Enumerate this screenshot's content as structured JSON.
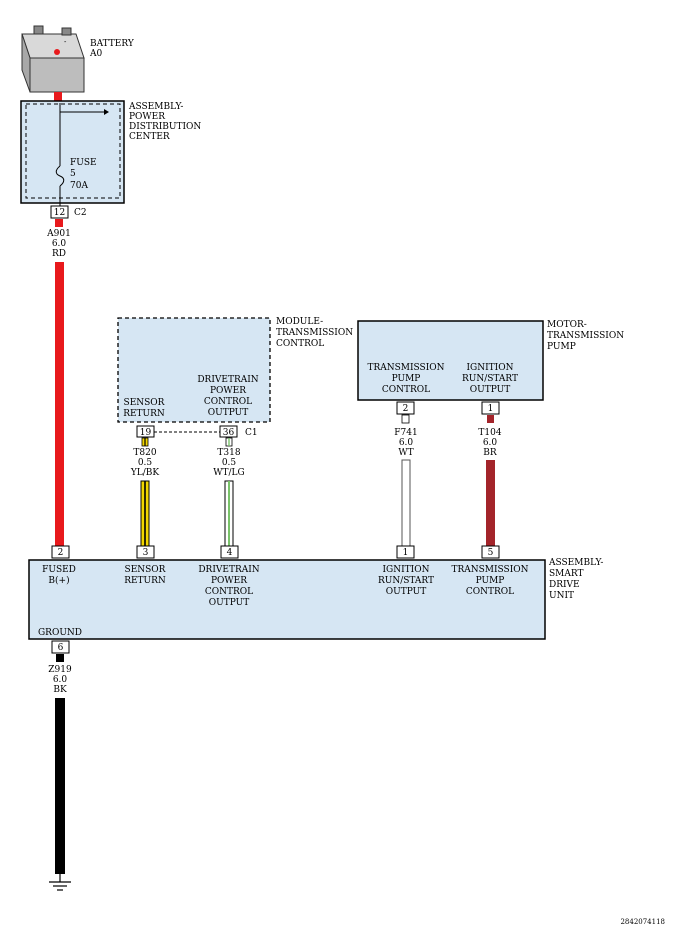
{
  "battery": {
    "label": "BATTERY",
    "code": "A0"
  },
  "pdc": {
    "name_lines": [
      "ASSEMBLY-",
      "POWER",
      "DISTRIBUTION",
      "CENTER"
    ],
    "fuse_lines": [
      "FUSE",
      "5",
      "70A"
    ],
    "pin": "12",
    "connector": "C2"
  },
  "wire_a901": {
    "lines": [
      "A901",
      "6.0",
      "RD"
    ],
    "color": "#e8191c"
  },
  "tcm": {
    "name_lines": [
      "MODULE-",
      "TRANSMISSION",
      "CONTROL"
    ],
    "sensor_return_lines": [
      "SENSOR",
      "RETURN"
    ],
    "drivetrain_lines": [
      "DRIVETRAIN",
      "POWER",
      "CONTROL",
      "OUTPUT"
    ],
    "pin_19": "19",
    "pin_36": "36",
    "connector": "C1"
  },
  "wire_t820": {
    "lines": [
      "T820",
      "0.5",
      "YL/BK"
    ],
    "color": "#f2d600"
  },
  "wire_t318": {
    "lines": [
      "T318",
      "0.5",
      "WT/LG"
    ],
    "color": "#7ac36a"
  },
  "pump": {
    "name_lines": [
      "MOTOR-",
      "TRANSMISSION",
      "PUMP"
    ],
    "tpc_lines": [
      "TRANSMISSION",
      "PUMP",
      "CONTROL"
    ],
    "ign_lines": [
      "IGNITION",
      "RUN/START",
      "OUTPUT"
    ],
    "pin_2": "2",
    "pin_1": "1"
  },
  "wire_f741": {
    "lines": [
      "F741",
      "6.0",
      "WT"
    ],
    "color": "#ffffff"
  },
  "wire_t104": {
    "lines": [
      "T104",
      "6.0",
      "BR"
    ],
    "color": "#a3242a"
  },
  "sdu": {
    "name_lines": [
      "ASSEMBLY-",
      "SMART",
      "DRIVE",
      "UNIT"
    ],
    "fused_lines": [
      "FUSED",
      "B(+)"
    ],
    "sensor_return_lines": [
      "SENSOR",
      "RETURN"
    ],
    "drivetrain_lines": [
      "DRIVETRAIN",
      "POWER",
      "CONTROL",
      "OUTPUT"
    ],
    "ign_lines": [
      "IGNITION",
      "RUN/START",
      "OUTPUT"
    ],
    "tpc_lines": [
      "TRANSMISSION",
      "PUMP",
      "CONTROL"
    ],
    "ground": "GROUND",
    "pins": [
      "2",
      "3",
      "4",
      "1",
      "5",
      "6"
    ]
  },
  "wire_z919": {
    "lines": [
      "Z919",
      "6.0",
      "BK"
    ],
    "color": "#000000"
  },
  "figure_id": "2842074118"
}
